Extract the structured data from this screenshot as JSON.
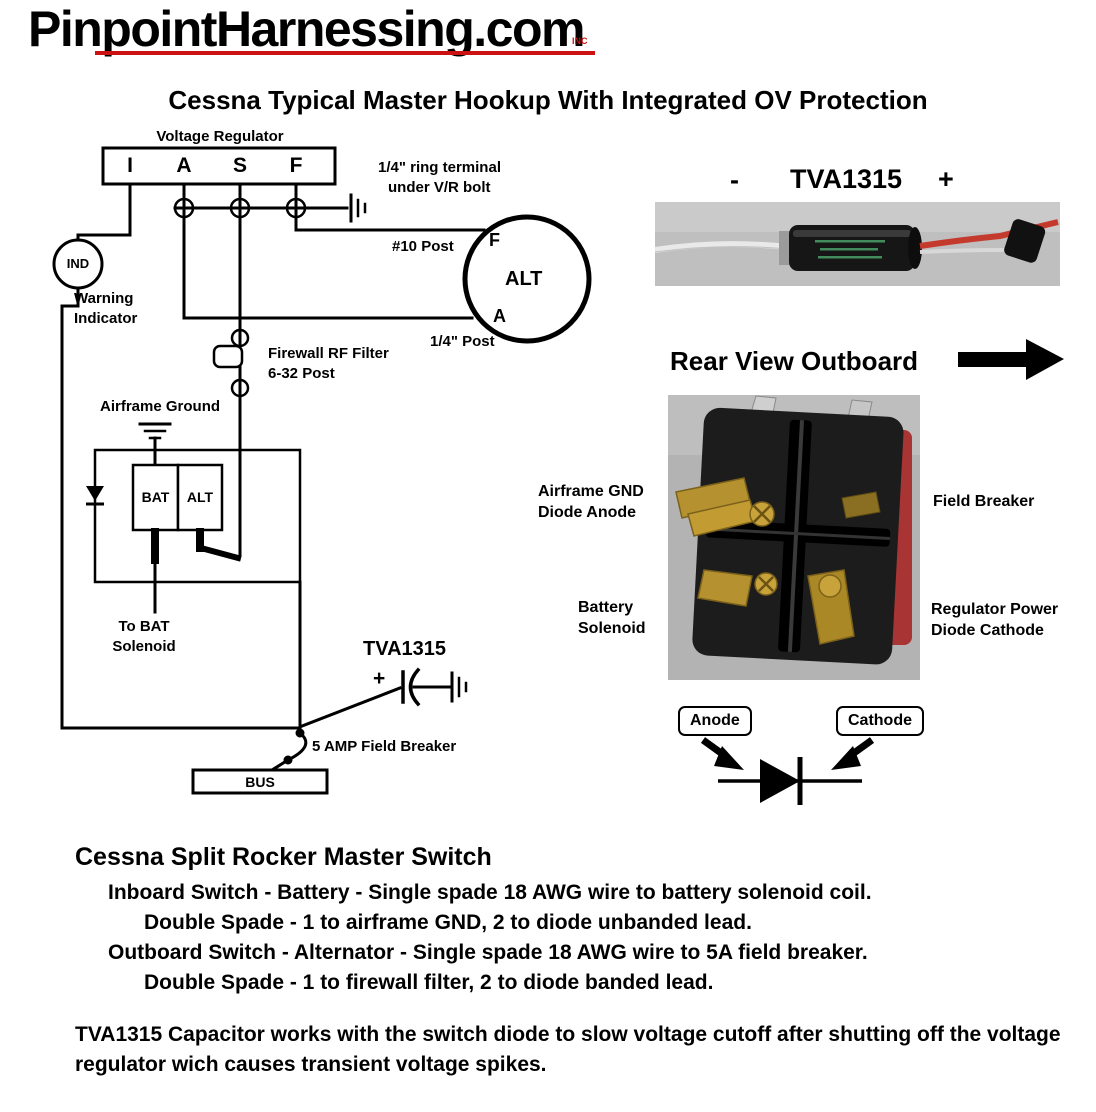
{
  "brand": {
    "logo_text": "PinpointHarnessing.com",
    "logo_inc": "INC"
  },
  "title": "Cessna Typical Master Hookup With Integrated OV Protection",
  "schematic": {
    "voltage_regulator_label": "Voltage Regulator",
    "terminals": [
      "I",
      "A",
      "S",
      "F"
    ],
    "ring_terminal_note_line1": "1/4\" ring terminal",
    "ring_terminal_note_line2": "under V/R bolt",
    "post_10_label": "#10 Post",
    "alt_terminal_f": "F",
    "alternator_label": "ALT",
    "alt_terminal_a": "A",
    "quarter_post_label": "1/4\" Post",
    "indicator_label": "IND",
    "warning_line1": "Warning",
    "warning_line2": "Indicator",
    "filter_line1": "Firewall RF Filter",
    "filter_line2": "6-32 Post",
    "airframe_ground_label": "Airframe Ground",
    "bat_rocker_label": "BAT",
    "alt_rocker_label": "ALT",
    "solenoid_line1": "To BAT",
    "solenoid_line2": "Solenoid",
    "capacitor_label": "TVA1315",
    "capacitor_plus": "+",
    "field_breaker_label": "5 AMP Field Breaker",
    "bus_label": "BUS"
  },
  "capacitor_photo": {
    "minus": "-",
    "label": "TVA1315",
    "plus": "+"
  },
  "rear_view": {
    "title": "Rear View Outboard",
    "airframe_gnd_line1": "Airframe GND",
    "airframe_gnd_line2": "Diode Anode",
    "field_breaker_label": "Field Breaker",
    "battery_line1": "Battery",
    "battery_line2": "Solenoid",
    "regulator_line1": "Regulator Power",
    "regulator_line2": "Diode Cathode",
    "anode_label": "Anode",
    "cathode_label": "Cathode"
  },
  "notes": {
    "heading": "Cessna Split Rocker Master Switch",
    "line1": "Inboard Switch - Battery - Single spade 18 AWG wire to battery solenoid coil.",
    "line2": "Double Spade - 1 to airframe GND, 2 to diode unbanded lead.",
    "line3": "Outboard Switch - Alternator - Single spade 18 AWG wire to 5A field breaker.",
    "line4": "Double Spade - 1 to firewall filter, 2 to diode banded lead.",
    "footer": "TVA1315 Capacitor works with the switch diode to slow voltage cutoff after shutting off the voltage regulator wich causes transient voltage spikes."
  }
}
